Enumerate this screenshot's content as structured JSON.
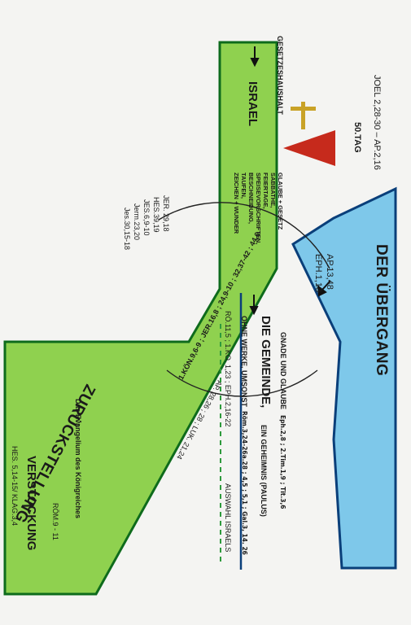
{
  "colors": {
    "green_fill": "#8fd14f",
    "green_edge": "#0e6b1c",
    "blue_fill": "#7ec8ea",
    "blue_edge": "#0a3f7a",
    "cross": "#c9a227",
    "spear": "#c62a1c"
  },
  "texts": {
    "gesetz": "GESETZESHAUSHALT",
    "israel": "ISRAEL",
    "joel": "JOEL 2,28-30 – AP.2,16",
    "tag": "50.TAG",
    "glaube_gesetz": "GLAUBE + GESETZ",
    "sabbathe": "SABBATHE,",
    "feiertage": "FEIERTAGE,",
    "speise": "SPEISEVORSCHRIFTEN,",
    "beschneidung": "BESCHNEIDUNG,",
    "taufen": "TAUFEN,",
    "zeichen": "ZEICHEN + WUNDER",
    "der_uebergang": "DER ÜBERGANG",
    "ap1348": "AP.13,48",
    "eph113": "EPH.1,13",
    "gnade": "GNADE UND GLAUBE",
    "gnade_refs": "Eph.2,8 ; 2.Tim.1,9 ; Tit.3,6",
    "gemeinde": "DIE GEMEINDE,",
    "geheimnis": "EIN GEHEIMNIS (PAULUS)",
    "ohne_werke": "OHNE WERKE, UMSONST",
    "ohne_refs": "Röm.3,24-26a.28 ; 4,5 ; 5,1 ; Gal.3, 14. 26",
    "roem_refs": "RÖ.11,5 ; 1.KO. 1,23 ; EPH.2,16-22",
    "auswahl": "AUSWAHL ISRAELS",
    "jer2918": "JER. 29,18",
    "hes3919": "HES.39,19",
    "jes69": "JES.6,9-10",
    "jerm": "Jerm.23,20",
    "jes30": "Jes.30,15-18",
    "koenig_refs": "1.KÖN.9,6-9 ; JER.16,8 ; 24,9-10 ; 32,37-42 ; 44,6",
    "zurueck": "ZURÜCKSTELLUNG",
    "ap_refs": "AP. 28,26 ; 28 ; LUK. 21,24",
    "evangelium": "Das Evangelium des Königreiches",
    "roem911": "RÖM.9 - 11",
    "verstockung": "VERSTOCKUNG",
    "hes514": "HES. 5,14-15/ KLAG.3,4"
  }
}
